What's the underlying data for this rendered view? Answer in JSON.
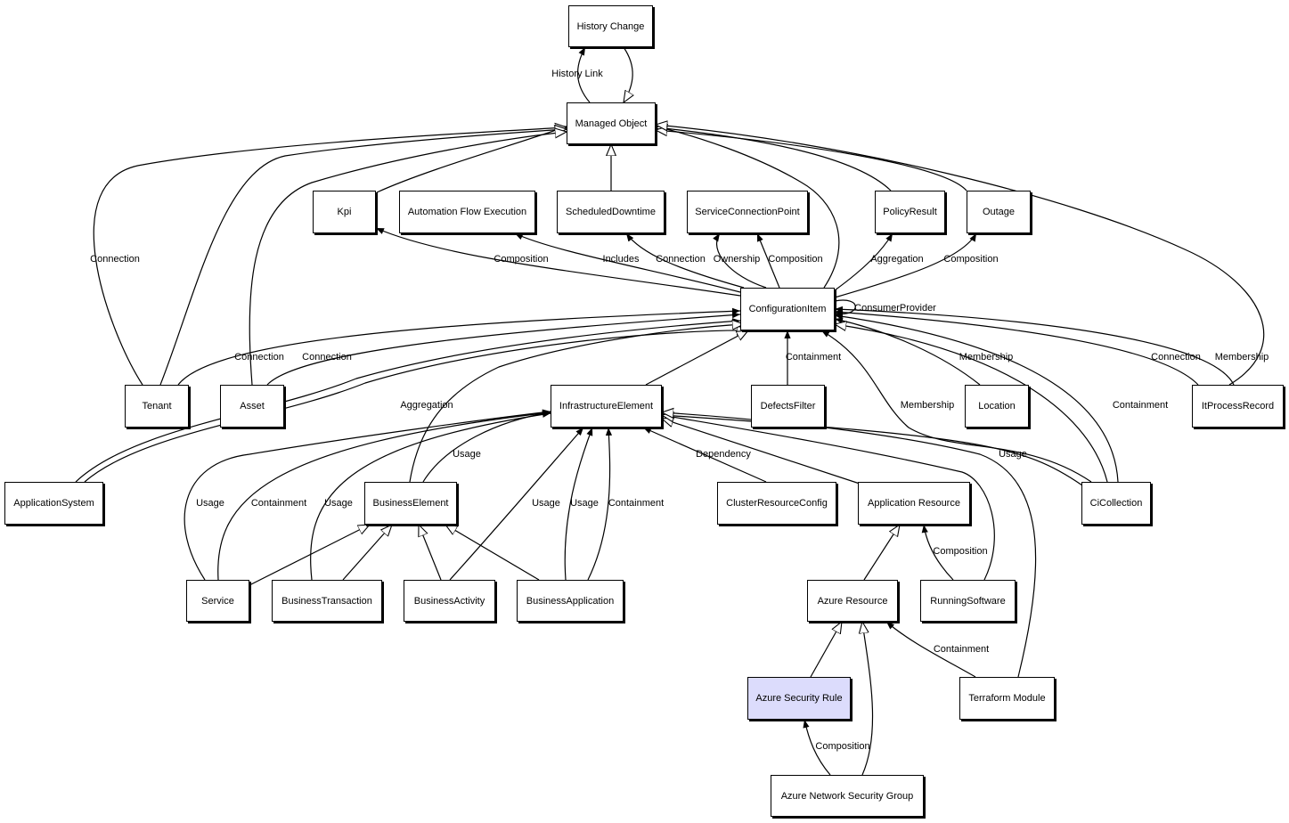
{
  "nodes": [
    {
      "id": "history_change",
      "label": "History Change"
    },
    {
      "id": "managed_object",
      "label": "Managed Object"
    },
    {
      "id": "kpi",
      "label": "Kpi"
    },
    {
      "id": "automation_flow_execution",
      "label": "Automation Flow Execution"
    },
    {
      "id": "scheduled_downtime",
      "label": "ScheduledDowntime"
    },
    {
      "id": "service_connection_point",
      "label": "ServiceConnectionPoint"
    },
    {
      "id": "policy_result",
      "label": "PolicyResult"
    },
    {
      "id": "outage",
      "label": "Outage"
    },
    {
      "id": "configuration_item",
      "label": "ConfigurationItem"
    },
    {
      "id": "tenant",
      "label": "Tenant"
    },
    {
      "id": "asset",
      "label": "Asset"
    },
    {
      "id": "infrastructure_element",
      "label": "InfrastructureElement"
    },
    {
      "id": "defects_filter",
      "label": "DefectsFilter"
    },
    {
      "id": "location",
      "label": "Location"
    },
    {
      "id": "it_process_record",
      "label": "ItProcessRecord"
    },
    {
      "id": "application_system",
      "label": "ApplicationSystem"
    },
    {
      "id": "business_element",
      "label": "BusinessElement"
    },
    {
      "id": "cluster_resource_config",
      "label": "ClusterResourceConfig"
    },
    {
      "id": "application_resource",
      "label": "Application Resource"
    },
    {
      "id": "ci_collection",
      "label": "CiCollection"
    },
    {
      "id": "service",
      "label": "Service"
    },
    {
      "id": "business_transaction",
      "label": "BusinessTransaction"
    },
    {
      "id": "business_activity",
      "label": "BusinessActivity"
    },
    {
      "id": "business_application",
      "label": "BusinessApplication"
    },
    {
      "id": "azure_resource",
      "label": "Azure Resource"
    },
    {
      "id": "running_software",
      "label": "RunningSoftware"
    },
    {
      "id": "azure_security_rule",
      "label": "Azure Security Rule",
      "highlighted": true
    },
    {
      "id": "terraform_module",
      "label": "Terraform Module"
    },
    {
      "id": "azure_network_security_group",
      "label": "Azure Network Security Group"
    }
  ],
  "colors": {
    "highlight": "#dcdcfc",
    "node_fill": "#ffffff",
    "stroke": "#000000"
  },
  "edges": [
    {
      "from": "managed_object",
      "to": "history_change",
      "label": "History Link",
      "arrow": "filled"
    },
    {
      "from": "history_change",
      "to": "managed_object",
      "label": "",
      "arrow": "hollow"
    },
    {
      "from": "scheduled_downtime",
      "to": "managed_object",
      "label": "",
      "arrow": "hollow"
    },
    {
      "from": "kpi",
      "to": "managed_object",
      "label": "",
      "arrow": "hollow"
    },
    {
      "from": "tenant",
      "to": "managed_object",
      "label": "Connection",
      "arrow": "hollow"
    },
    {
      "from": "tenant",
      "to": "managed_object",
      "label": "",
      "arrow": "hollow"
    },
    {
      "from": "asset",
      "to": "managed_object",
      "label": "",
      "arrow": "hollow"
    },
    {
      "from": "configuration_item",
      "to": "managed_object",
      "label": "",
      "arrow": "hollow"
    },
    {
      "from": "policy_result",
      "to": "managed_object",
      "label": "",
      "arrow": "hollow"
    },
    {
      "from": "outage",
      "to": "managed_object",
      "label": "",
      "arrow": "hollow"
    },
    {
      "from": "it_process_record",
      "to": "managed_object",
      "label": "",
      "arrow": "hollow"
    },
    {
      "from": "configuration_item",
      "to": "kpi",
      "label": "Composition",
      "arrow": "filled"
    },
    {
      "from": "configuration_item",
      "to": "automation_flow_execution",
      "label": "Includes",
      "arrow": "filled"
    },
    {
      "from": "configuration_item",
      "to": "scheduled_downtime",
      "label": "Connection",
      "arrow": "filled"
    },
    {
      "from": "configuration_item",
      "to": "service_connection_point",
      "label": "Ownership",
      "arrow": "filled"
    },
    {
      "from": "configuration_item",
      "to": "service_connection_point",
      "label": "Composition",
      "arrow": "filled"
    },
    {
      "from": "configuration_item",
      "to": "policy_result",
      "label": "Aggregation",
      "arrow": "filled"
    },
    {
      "from": "configuration_item",
      "to": "outage",
      "label": "Composition",
      "arrow": "filled"
    },
    {
      "from": "configuration_item",
      "to": "configuration_item",
      "label": "ConsumerProvider",
      "arrow": "filled"
    },
    {
      "from": "tenant",
      "to": "configuration_item",
      "label": "Connection",
      "arrow": "filled"
    },
    {
      "from": "asset",
      "to": "configuration_item",
      "label": "Connection",
      "arrow": "filled"
    },
    {
      "from": "application_system",
      "to": "configuration_item",
      "label": "Aggregation",
      "arrow": "filled"
    },
    {
      "from": "application_system",
      "to": "configuration_item",
      "label": "",
      "arrow": "hollow"
    },
    {
      "from": "infrastructure_element",
      "to": "configuration_item",
      "label": "",
      "arrow": "hollow"
    },
    {
      "from": "defects_filter",
      "to": "configuration_item",
      "label": "Containment",
      "arrow": "filled"
    },
    {
      "from": "location",
      "to": "configuration_item",
      "label": "Membership",
      "arrow": "filled"
    },
    {
      "from": "ci_collection",
      "to": "configuration_item",
      "label": "Membership",
      "arrow": "filled"
    },
    {
      "from": "ci_collection",
      "to": "configuration_item",
      "label": "Containment",
      "arrow": "filled"
    },
    {
      "from": "ci_collection",
      "to": "configuration_item",
      "label": "",
      "arrow": "hollow"
    },
    {
      "from": "it_process_record",
      "to": "configuration_item",
      "label": "Connection",
      "arrow": "filled"
    },
    {
      "from": "it_process_record",
      "to": "configuration_item",
      "label": "Membership",
      "arrow": "filled"
    },
    {
      "from": "ci_collection",
      "to": "infrastructure_element",
      "label": "Usage",
      "arrow": "filled"
    },
    {
      "from": "business_element",
      "to": "infrastructure_element",
      "label": "Usage",
      "arrow": "filled"
    },
    {
      "from": "business_element",
      "to": "configuration_item",
      "label": "",
      "arrow": "hollow"
    },
    {
      "from": "service",
      "to": "infrastructure_element",
      "label": "Usage",
      "arrow": "filled"
    },
    {
      "from": "service",
      "to": "infrastructure_element",
      "label": "Containment",
      "arrow": "filled"
    },
    {
      "from": "business_transaction",
      "to": "infrastructure_element",
      "label": "Usage",
      "arrow": "filled"
    },
    {
      "from": "business_activity",
      "to": "infrastructure_element",
      "label": "Usage",
      "arrow": "filled"
    },
    {
      "from": "business_application",
      "to": "infrastructure_element",
      "label": "Usage",
      "arrow": "filled"
    },
    {
      "from": "business_application",
      "to": "infrastructure_element",
      "label": "Containment",
      "arrow": "filled"
    },
    {
      "from": "cluster_resource_config",
      "to": "infrastructure_element",
      "label": "Dependency",
      "arrow": "filled"
    },
    {
      "from": "application_resource",
      "to": "infrastructure_element",
      "label": "",
      "arrow": "hollow"
    },
    {
      "from": "running_software",
      "to": "infrastructure_element",
      "label": "",
      "arrow": "hollow"
    },
    {
      "from": "terraform_module",
      "to": "infrastructure_element",
      "label": "",
      "arrow": "hollow"
    },
    {
      "from": "service",
      "to": "business_element",
      "label": "",
      "arrow": "hollow"
    },
    {
      "from": "business_transaction",
      "to": "business_element",
      "label": "",
      "arrow": "hollow"
    },
    {
      "from": "business_activity",
      "to": "business_element",
      "label": "",
      "arrow": "hollow"
    },
    {
      "from": "business_application",
      "to": "business_element",
      "label": "",
      "arrow": "hollow"
    },
    {
      "from": "azure_resource",
      "to": "application_resource",
      "label": "",
      "arrow": "hollow"
    },
    {
      "from": "running_software",
      "to": "application_resource",
      "label": "Composition",
      "arrow": "filled"
    },
    {
      "from": "azure_security_rule",
      "to": "azure_resource",
      "label": "",
      "arrow": "hollow"
    },
    {
      "from": "azure_network_security_group",
      "to": "azure_resource",
      "label": "",
      "arrow": "hollow"
    },
    {
      "from": "terraform_module",
      "to": "azure_resource",
      "label": "Containment",
      "arrow": "filled"
    },
    {
      "from": "azure_network_security_group",
      "to": "azure_security_rule",
      "label": "Composition",
      "arrow": "filled"
    }
  ]
}
